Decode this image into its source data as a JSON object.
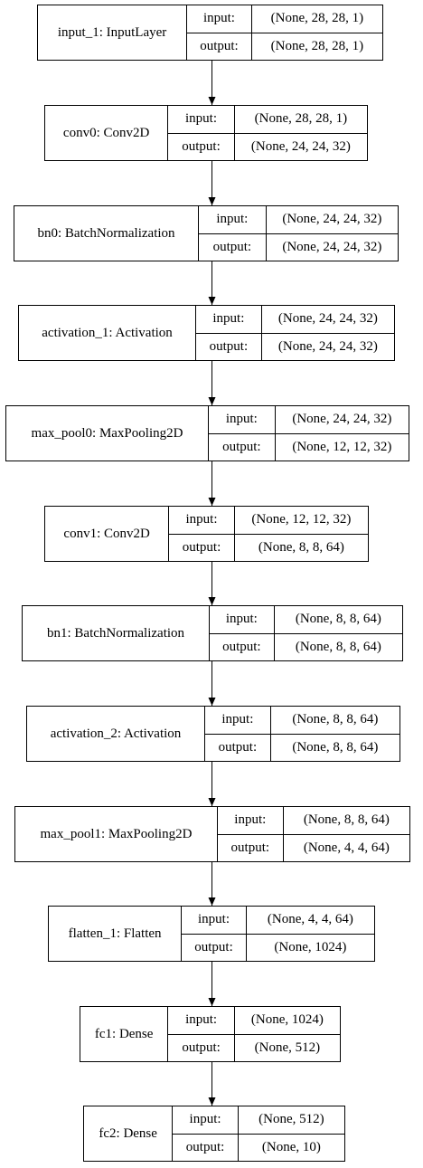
{
  "diagram": {
    "io_labels": {
      "input": "input:",
      "output": "output:"
    },
    "layers": [
      {
        "name": "input_1: InputLayer",
        "input": "(None, 28, 28, 1)",
        "output": "(None, 28, 28, 1)"
      },
      {
        "name": "conv0: Conv2D",
        "input": "(None, 28, 28, 1)",
        "output": "(None, 24, 24, 32)"
      },
      {
        "name": "bn0: BatchNormalization",
        "input": "(None, 24, 24, 32)",
        "output": "(None, 24, 24, 32)"
      },
      {
        "name": "activation_1: Activation",
        "input": "(None, 24, 24, 32)",
        "output": "(None, 24, 24, 32)"
      },
      {
        "name": "max_pool0: MaxPooling2D",
        "input": "(None, 24, 24, 32)",
        "output": "(None, 12, 12, 32)"
      },
      {
        "name": "conv1: Conv2D",
        "input": "(None, 12, 12, 32)",
        "output": "(None, 8, 8, 64)"
      },
      {
        "name": "bn1: BatchNormalization",
        "input": "(None, 8, 8, 64)",
        "output": "(None, 8, 8, 64)"
      },
      {
        "name": "activation_2: Activation",
        "input": "(None, 8, 8, 64)",
        "output": "(None, 8, 8, 64)"
      },
      {
        "name": "max_pool1: MaxPooling2D",
        "input": "(None, 8, 8, 64)",
        "output": "(None, 4, 4, 64)"
      },
      {
        "name": "flatten_1: Flatten",
        "input": "(None, 4, 4, 64)",
        "output": "(None, 1024)"
      },
      {
        "name": "fc1: Dense",
        "input": "(None, 1024)",
        "output": "(None, 512)"
      },
      {
        "name": "fc2: Dense",
        "input": "(None, 512)",
        "output": "(None, 10)"
      }
    ]
  }
}
